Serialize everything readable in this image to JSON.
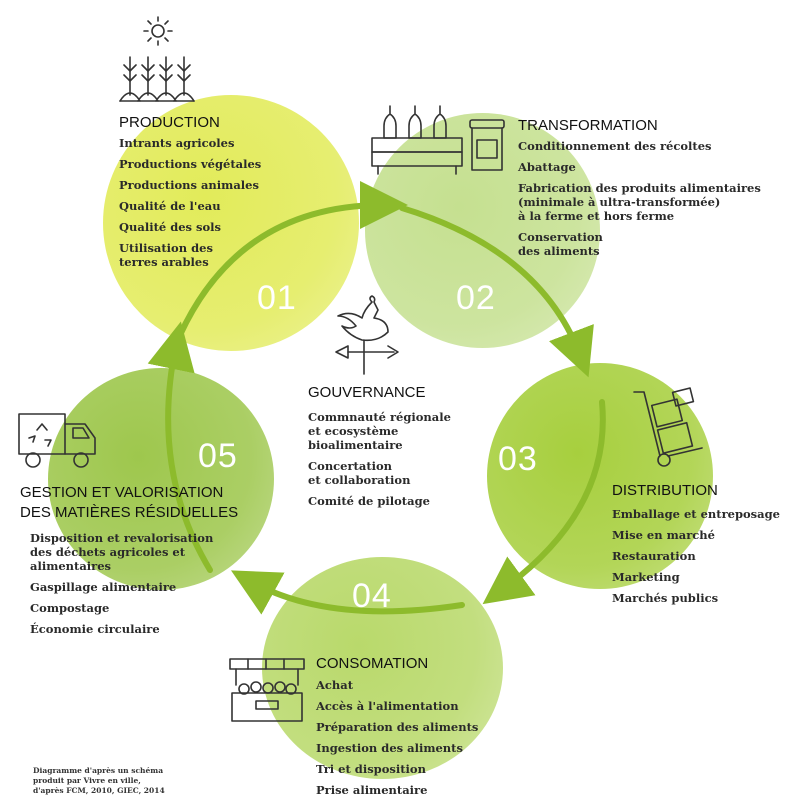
{
  "colors": {
    "blob_01": "#e2eb5a",
    "blob_02": "#c5e090",
    "blob_03": "#a7cf3e",
    "blob_04": "#b9d96b",
    "blob_05": "#9ec74d",
    "arrow": "#8dbb2c"
  },
  "stages": [
    {
      "number": "01",
      "title": "PRODUCTION",
      "icon": "sun-crops-icon",
      "items": [
        "Intrants agricoles",
        "Productions végétales",
        "Productions animales",
        "Qualité de l'eau",
        "Qualité des sols",
        "Utilisation des\nterres arables"
      ]
    },
    {
      "number": "02",
      "title": "TRANSFORMATION",
      "icon": "bottles-jar-icon",
      "items": [
        "Conditionnement des récoltes",
        "Abattage",
        "Fabrication des produits alimentaires\n(minimale à ultra-transformée)\nà la ferme et hors ferme",
        "Conservation\ndes aliments"
      ]
    },
    {
      "number": "03",
      "title": "DISTRIBUTION",
      "icon": "hand-truck-icon",
      "items": [
        "Emballage et entreposage",
        "Mise en marché",
        "Restauration",
        "Marketing",
        "Marchés publics"
      ]
    },
    {
      "number": "04",
      "title": "CONSOMATION",
      "icon": "market-stall-icon",
      "items": [
        "Achat",
        "Accès à l'alimentation",
        "Préparation des aliments",
        "Ingestion des aliments",
        "Tri et disposition",
        "Prise alimentaire"
      ]
    },
    {
      "number": "05",
      "title": "GESTION ET VALORISATION\nDES MATIÈRES RÉSIDUELLES",
      "icon": "recycling-truck-icon",
      "items": [
        "Disposition et revalorisation\ndes déchets agricoles et alimentaires",
        "Gaspillage alimentaire",
        "Compostage",
        "Économie circulaire"
      ]
    }
  ],
  "governance": {
    "title": "GOUVERNANCE",
    "icon": "weathervane-rooster-icon",
    "items": [
      "Commnauté régionale\net ecosystème\nbioalimentaire",
      "Concertation\net collaboration",
      "Comité de pilotage"
    ]
  },
  "footnote": "Diagramme d'après un schéma\nproduit par Vivre en ville,\nd'après FCM, 2010, GIEC, 2014"
}
